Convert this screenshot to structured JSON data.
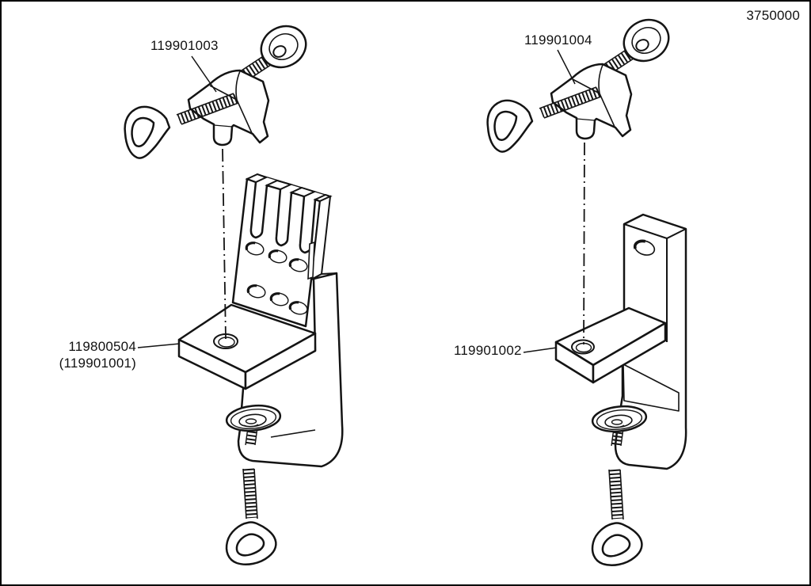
{
  "doc_number": "3750000",
  "assemblies": {
    "left": {
      "head_label": "119901003",
      "bracket_label": "119800504",
      "bracket_label_alt": "(119901001)"
    },
    "right": {
      "head_label": "119901004",
      "bracket_label": "119901002"
    }
  },
  "colors": {
    "line": "#141414",
    "background": "#ffffff"
  }
}
